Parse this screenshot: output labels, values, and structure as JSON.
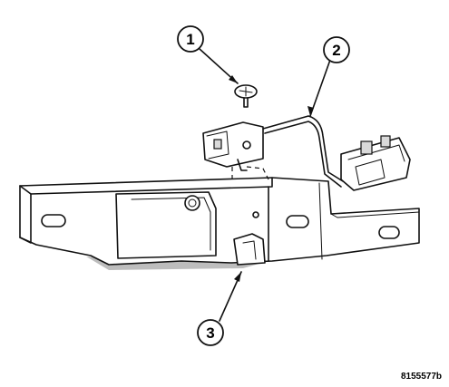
{
  "callouts": [
    {
      "id": "callout-1",
      "label": "1"
    },
    {
      "id": "callout-2",
      "label": "2"
    },
    {
      "id": "callout-3",
      "label": "3"
    }
  ],
  "figure_id": "8155577b",
  "colors": {
    "line": "#111111",
    "background": "#ffffff",
    "shading": "#bdbdbd"
  }
}
